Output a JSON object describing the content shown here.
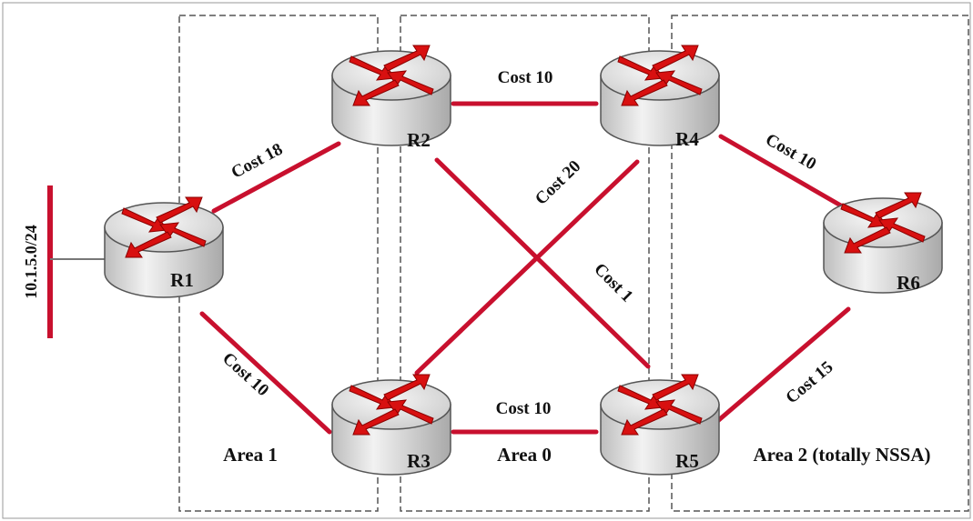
{
  "diagram": {
    "subnet_label": "10.1.5.0/24",
    "areas": [
      {
        "id": "area1",
        "label": "Area 1"
      },
      {
        "id": "area0",
        "label": "Area 0"
      },
      {
        "id": "area2",
        "label": "Area 2 (totally NSSA)"
      }
    ],
    "routers": [
      {
        "id": "r1",
        "label": "R1"
      },
      {
        "id": "r2",
        "label": "R2"
      },
      {
        "id": "r3",
        "label": "R3"
      },
      {
        "id": "r4",
        "label": "R4"
      },
      {
        "id": "r5",
        "label": "R5"
      },
      {
        "id": "r6",
        "label": "R6"
      }
    ],
    "links": [
      {
        "from": "R1",
        "to": "R2",
        "cost_label": "Cost 18"
      },
      {
        "from": "R1",
        "to": "R3",
        "cost_label": "Cost 10"
      },
      {
        "from": "R2",
        "to": "R4",
        "cost_label": "Cost 10"
      },
      {
        "from": "R3",
        "to": "R4",
        "cost_label": "Cost 20"
      },
      {
        "from": "R2",
        "to": "R5",
        "cost_label": "Cost 1"
      },
      {
        "from": "R3",
        "to": "R5",
        "cost_label": "Cost 10"
      },
      {
        "from": "R4",
        "to": "R6",
        "cost_label": "Cost 10"
      },
      {
        "from": "R5",
        "to": "R6",
        "cost_label": "Cost 15"
      }
    ],
    "colors": {
      "link": "#c8102e",
      "router_top": "#e4e4e4",
      "router_side": "#cfcfcf",
      "arrow": "#d81010",
      "area_border": "#555555"
    }
  }
}
